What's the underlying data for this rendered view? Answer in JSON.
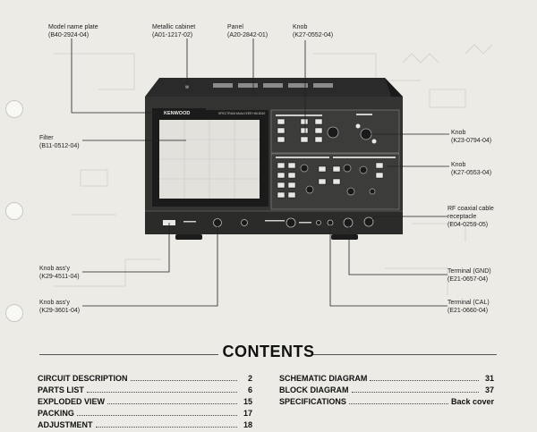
{
  "labels": {
    "model_plate": {
      "name": "Model name plate",
      "code": "(B40-2924-04)"
    },
    "cabinet": {
      "name": "Metallic cabinet",
      "code": "(A01-1217-02)"
    },
    "panel": {
      "name": "Panel",
      "code": "(A20-2842-01)"
    },
    "knob_top": {
      "name": "Knob",
      "code": "(K27-0552-04)"
    },
    "filter": {
      "name": "Filter",
      "code": "(B11-0512-04)"
    },
    "knob_r1": {
      "name": "Knob",
      "code": "(K23-0794-04)"
    },
    "knob_r2": {
      "name": "Knob",
      "code": "(K27-0553-04)"
    },
    "rf_coax": {
      "l1": "RF coaxial cable",
      "l2": "receptacle",
      "code": "(E04-0259-05)"
    },
    "knob_assy1": {
      "name": "Knob ass'y",
      "code": "(K29-4511-04)"
    },
    "knob_assy2": {
      "name": "Knob ass'y",
      "code": "(K29-3601-04)"
    },
    "term_gnd": {
      "name": "Terminal (GND)",
      "code": "(E21-0657-04)"
    },
    "term_cal": {
      "name": "Terminal (CAL)",
      "code": "(E21-0660-04)"
    }
  },
  "device": {
    "brand": "KENWOOD",
    "model_text": "SPECTRUM ANALYZER  HM-5010"
  },
  "contents": {
    "title": "CONTENTS",
    "left": [
      {
        "title": "CIRCUIT DESCRIPTION",
        "page": "2"
      },
      {
        "title": "PARTS LIST",
        "page": "6"
      },
      {
        "title": "EXPLODED VIEW",
        "page": "15"
      },
      {
        "title": "PACKING",
        "page": "17"
      },
      {
        "title": "ADJUSTMENT",
        "page": "18"
      }
    ],
    "right": [
      {
        "title": "SCHEMATIC DIAGRAM",
        "page": "31"
      },
      {
        "title": "BLOCK DIAGRAM",
        "page": "37"
      },
      {
        "title": "SPECIFICATIONS",
        "page": "Back cover"
      }
    ]
  }
}
